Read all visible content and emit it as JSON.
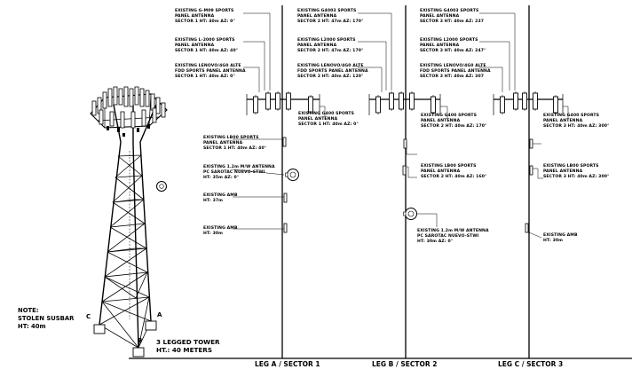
{
  "note": {
    "lines": [
      "NOTE:",
      "STOLEN SUSBAR",
      "HT: 40m"
    ]
  },
  "tower": {
    "caption_lines": [
      "3 LEGGED TOWER",
      "HT.: 40 METERS"
    ],
    "leg_letters": {
      "a": "A",
      "b": "B",
      "c": "C"
    }
  },
  "legs": [
    {
      "title": "LEG A / SECTOR 1",
      "labels": [
        {
          "id": "a-top",
          "lines": [
            "EXISTING G-M09 SPORTS",
            "PANEL ANTENNA",
            "SECTOR 1   HT: 40m   AZ: 0°"
          ]
        },
        {
          "id": "a-l2",
          "lines": [
            "EXISTING L-2000 SPORTS",
            "PANEL ANTENNA",
            "SECTOR 1   HT: 40m   AZ: 40°"
          ]
        },
        {
          "id": "a-l3",
          "lines": [
            "EXISTING LENOVO/4G0 ALTE",
            "FDD SPORTS PANEL ANTENNA",
            "SECTOR 1   HT: 40m   AZ: 0°"
          ]
        },
        {
          "id": "a-side1",
          "lines": [
            "EXISTING G400 SPORTS",
            "PANEL ANTENNA",
            "SECTOR 1   HT: 40m   AZ: 0°"
          ]
        },
        {
          "id": "a-lfl",
          "lines": [
            "EXISTING LB00 SPORTS",
            "PANEL ANTENNA",
            "SECTOR 1   HT: 40m   AZ: 40°"
          ]
        },
        {
          "id": "a-mw",
          "lines": [
            "EXISTING 1.2m M/W ANTENNA",
            "PC SAROTAC NUEVO-STWI",
            "HT: 35m   AZ: 0°"
          ]
        },
        {
          "id": "a-amb1",
          "lines": [
            "EXISTING AMB",
            "HT: 37m"
          ]
        },
        {
          "id": "a-amb2",
          "lines": [
            "EXISTING AMB",
            "HT: 30m"
          ]
        }
      ]
    },
    {
      "title": "LEG B / SECTOR 2",
      "labels": [
        {
          "id": "b-top",
          "lines": [
            "EXISTING G4003 SPORTS",
            "PANEL ANTENNA",
            "SECTOR 2   HT: 47m   AZ: 170°"
          ]
        },
        {
          "id": "b-l2",
          "lines": [
            "EXISTING L2000 SPORTS",
            "PANEL ANTENNA",
            "SECTOR 2   HT: 47m   AZ: 170°"
          ]
        },
        {
          "id": "b-l3",
          "lines": [
            "EXISTING LENOVO/4G0 ALTE",
            "FDD SPORTS PANEL ANTENNA",
            "SECTOR 2   HT: 40m   AZ: 120°"
          ]
        },
        {
          "id": "b-side1",
          "lines": [
            "EXISTING G400 SPORTS",
            "PANEL ANTENNA",
            "SECTOR 2   HT: 40m   AZ: 170°"
          ]
        },
        {
          "id": "b-side2",
          "lines": [
            "EXISTING LB00 SPORTS",
            "PANEL ANTENNA",
            "SECTOR 2   HT: 40m   AZ: 160°"
          ]
        },
        {
          "id": "b-mw",
          "lines": [
            "EXISTING 1.2m M/W ANTENNA",
            "PC SAROTAC NUEVO-STWI",
            "HT: 30m   AZ: 0°"
          ]
        }
      ]
    },
    {
      "title": "LEG C / SECTOR 3",
      "labels": [
        {
          "id": "c-top",
          "lines": [
            "EXISTING G4003 SPORTS",
            "PANEL ANTENNA",
            "SECTOR 3   HT: 40m   AZ: 237"
          ]
        },
        {
          "id": "c-l2",
          "lines": [
            "EXISTING L2000 SPORTS",
            "PANEL ANTENNA",
            "SECTOR 3   HT: 40m   AZ: 247°"
          ]
        },
        {
          "id": "c-l3",
          "lines": [
            "EXISTING LENOVO/4G0 ALTE",
            "FDD SPORTS PANEL ANTENNA",
            "SECTOR 3   HT: 40m   AZ: 307"
          ]
        },
        {
          "id": "c-side1",
          "lines": [
            "EXISTING G400 SPORTS",
            "PANEL ANTENNA",
            "SECTOR 3   HT: 40m   AZ: 300°"
          ]
        },
        {
          "id": "c-side2",
          "lines": [
            "EXISTING LB00 SPORTS",
            "PANEL ANTENNA",
            "SECTOR 3   HT: 40m   AZ: 300°"
          ]
        },
        {
          "id": "c-amb",
          "lines": [
            "EXISTING AMB",
            "HT: 30m"
          ]
        }
      ]
    }
  ]
}
